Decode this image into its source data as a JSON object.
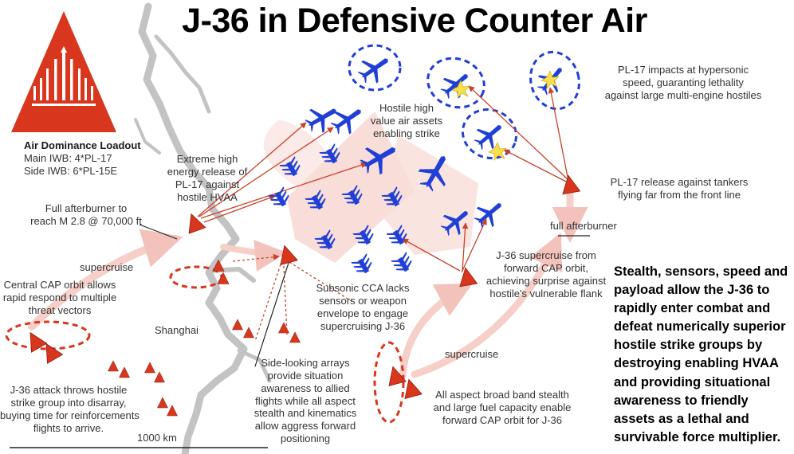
{
  "title": "J-36 in Defensive Counter Air",
  "loadout": {
    "heading": "Air Dominance Loadout",
    "main": "Main IWB: 4*PL-17",
    "side": "Side IWB: 6*PL-15E"
  },
  "labels": {
    "extreme_energy": [
      "Extreme high",
      "energy release of",
      "PL-17 against",
      "hostile HVAA"
    ],
    "full_afterburner_m28": [
      "Full afterburner to",
      "reach M 2.8 @ 70,000 ft"
    ],
    "supercruise_left": "supercruise",
    "central_cap": [
      "Central CAP orbit allows",
      "rapid respond to multiple",
      "threat vectors"
    ],
    "shanghai": "Shanghai",
    "j36_attack": [
      "J-36 attack throws hostile",
      "strike group into disarray,",
      "buying time for reinforcements",
      "flights to arrive."
    ],
    "scale": "1000 km",
    "side_arrays": [
      "Side-looking arrays",
      "provide situation",
      "awareness to allied",
      "flights while all aspect",
      "stealth and kinematics",
      "allow aggress forward",
      "positioning"
    ],
    "subsonic_cca": [
      "Subsonic CCA lacks",
      "sensors or weapon",
      "envelope to engage",
      "supercruising J-36"
    ],
    "hostile_hvaa": [
      "Hostile high",
      "value air assets",
      "enabling strike"
    ],
    "pl17_impacts": [
      "PL-17 impacts at hypersonic",
      "speed, guaranting lethality",
      "against large multi-engine hostiles"
    ],
    "pl17_release": [
      "PL-17 release against tankers",
      "flying far from the front line"
    ],
    "full_afterburner_right": "full afterburner",
    "supercruise_flank": [
      "J-36 supercruise from",
      "forward CAP orbit,",
      "achieving surprise against",
      "hostile's vulnerable flank"
    ],
    "supercruise_bottom": "supercruise",
    "broadband": [
      "All aspect broad band stealth",
      "and large fuel capacity enable",
      "forward CAP orbit for J-36"
    ]
  },
  "summary": "Stealth, sensors, speed and payload allow the J-36 to rapidly enter combat and defeat numerically superior hostile strike groups by destroying enabling HVAA and providing situational awareness to friendly assets as a lethal and survivable force multiplier.",
  "colors": {
    "friendly": "#d9361e",
    "hostile": "#1f3fd6",
    "arrow": "#c8412a",
    "glow": "#f6cfc8",
    "coast": "#b9b9b9",
    "star": "#f7e04a"
  },
  "icons": {
    "friendly": "j36-icon",
    "hostile_large": "large-aircraft-icon",
    "hostile_cca": "cca-drone-icon",
    "impact": "impact-star-icon",
    "loadout": "missile-loadout-icon"
  }
}
